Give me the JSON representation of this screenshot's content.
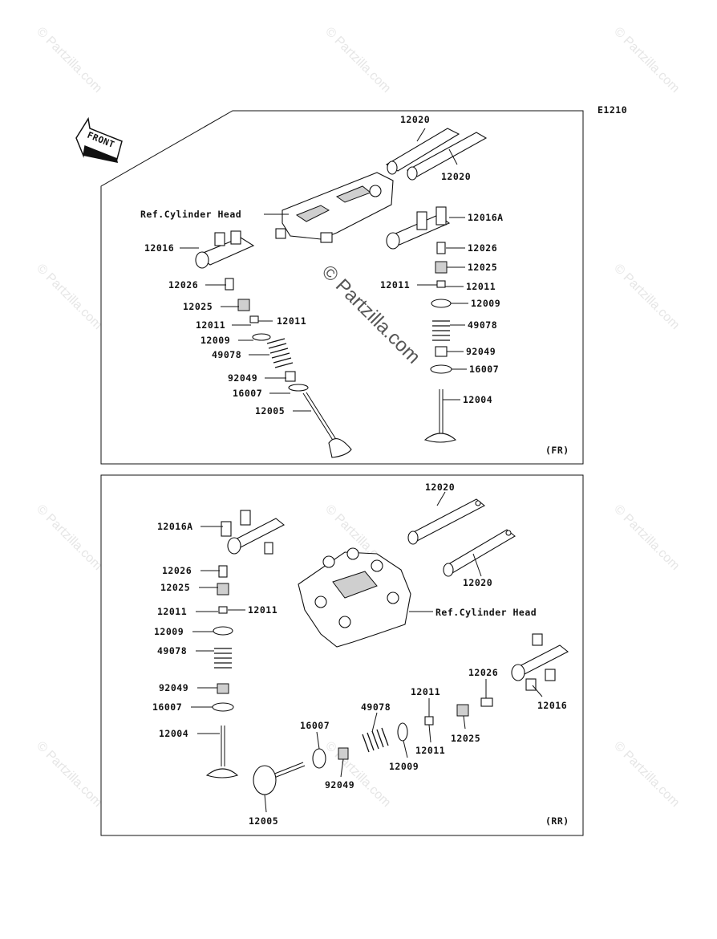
{
  "diagram_code": "E1210",
  "front_label": "FRONT",
  "watermark": "© Partzilla.com",
  "panels": [
    {
      "name": "front",
      "corner_label": "(FR)",
      "parts": [
        "12020",
        "12020",
        "Ref.Cylinder Head",
        "12016A",
        "12016",
        "12026",
        "12025",
        "12011",
        "12011",
        "12009",
        "49078",
        "92049",
        "16007",
        "12005",
        "12026",
        "12025",
        "12011",
        "12011",
        "12009",
        "49078",
        "92049",
        "16007",
        "12004"
      ]
    },
    {
      "name": "rear",
      "corner_label": "(RR)",
      "parts": [
        "12020",
        "12020",
        "Ref.Cylinder Head",
        "12016A",
        "12026",
        "12025",
        "12011",
        "12011",
        "12009",
        "49078",
        "92049",
        "16007",
        "12004",
        "12016",
        "12026",
        "12025",
        "12011",
        "12011",
        "49078",
        "12009",
        "16007",
        "92049",
        "12005"
      ]
    }
  ]
}
